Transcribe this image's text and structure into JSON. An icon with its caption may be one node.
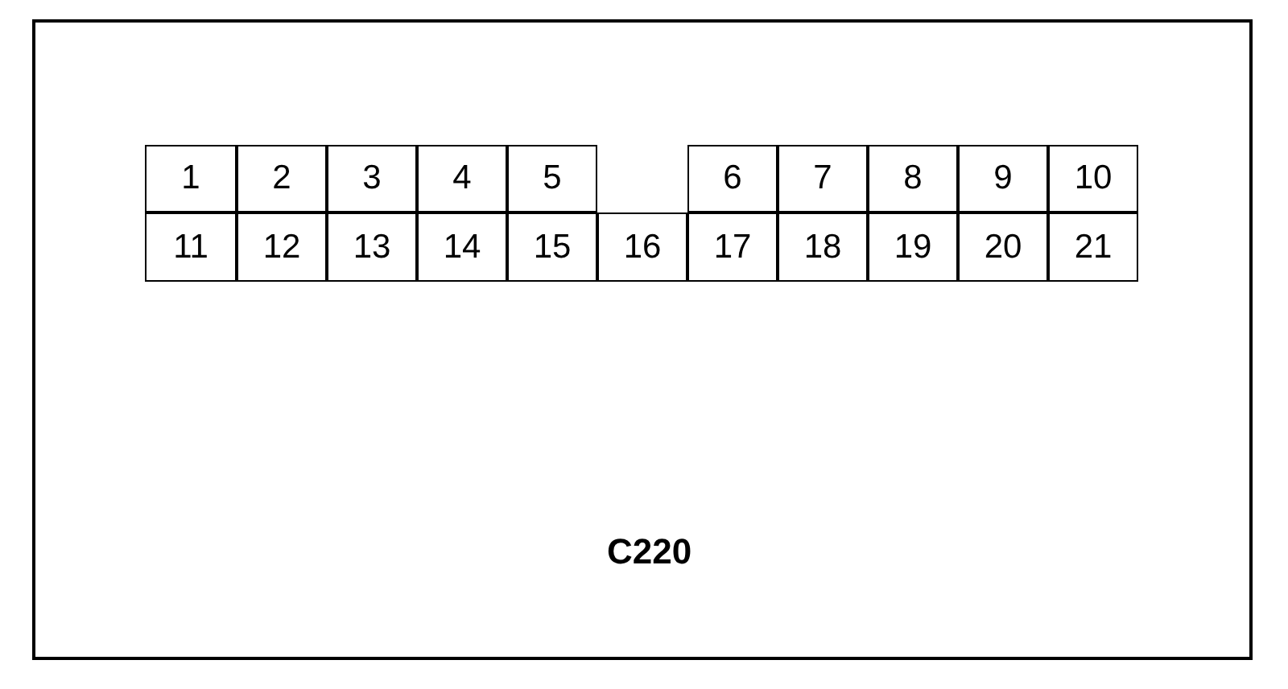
{
  "diagram": {
    "nodes": [
      {
        "text": [
          "C220"
        ]
      },
      {
        "text": [
          "1"
        ],
        "in": 0
      },
      {
        "text": [
          "2"
        ],
        "in": 0
      },
      {
        "text": [
          "3"
        ],
        "in": 0
      },
      {
        "text": [
          "4"
        ],
        "in": 0
      },
      {
        "text": [
          "5"
        ],
        "in": 0
      },
      {
        "text": [
          "6"
        ],
        "in": 0
      },
      {
        "text": [
          "7"
        ],
        "in": 0
      },
      {
        "text": [
          "8"
        ],
        "in": 0
      },
      {
        "text": [
          "9"
        ],
        "in": 0
      },
      {
        "text": [
          "10"
        ],
        "in": 0
      },
      {
        "text": [
          "11"
        ],
        "in": 0
      },
      {
        "text": [
          "12"
        ],
        "in": 0
      },
      {
        "text": [
          "13"
        ],
        "in": 0
      },
      {
        "text": [
          "14"
        ],
        "in": 0
      },
      {
        "text": [
          "15"
        ],
        "in": 0
      },
      {
        "text": [
          "16"
        ],
        "in": 0
      },
      {
        "text": [
          "17"
        ],
        "in": 0
      },
      {
        "text": [
          "18"
        ],
        "in": 0
      },
      {
        "text": [
          "19"
        ],
        "in": 0
      },
      {
        "text": [
          "20"
        ],
        "in": 0
      },
      {
        "text": [
          "21"
        ],
        "in": 0
      }
    ]
  }
}
